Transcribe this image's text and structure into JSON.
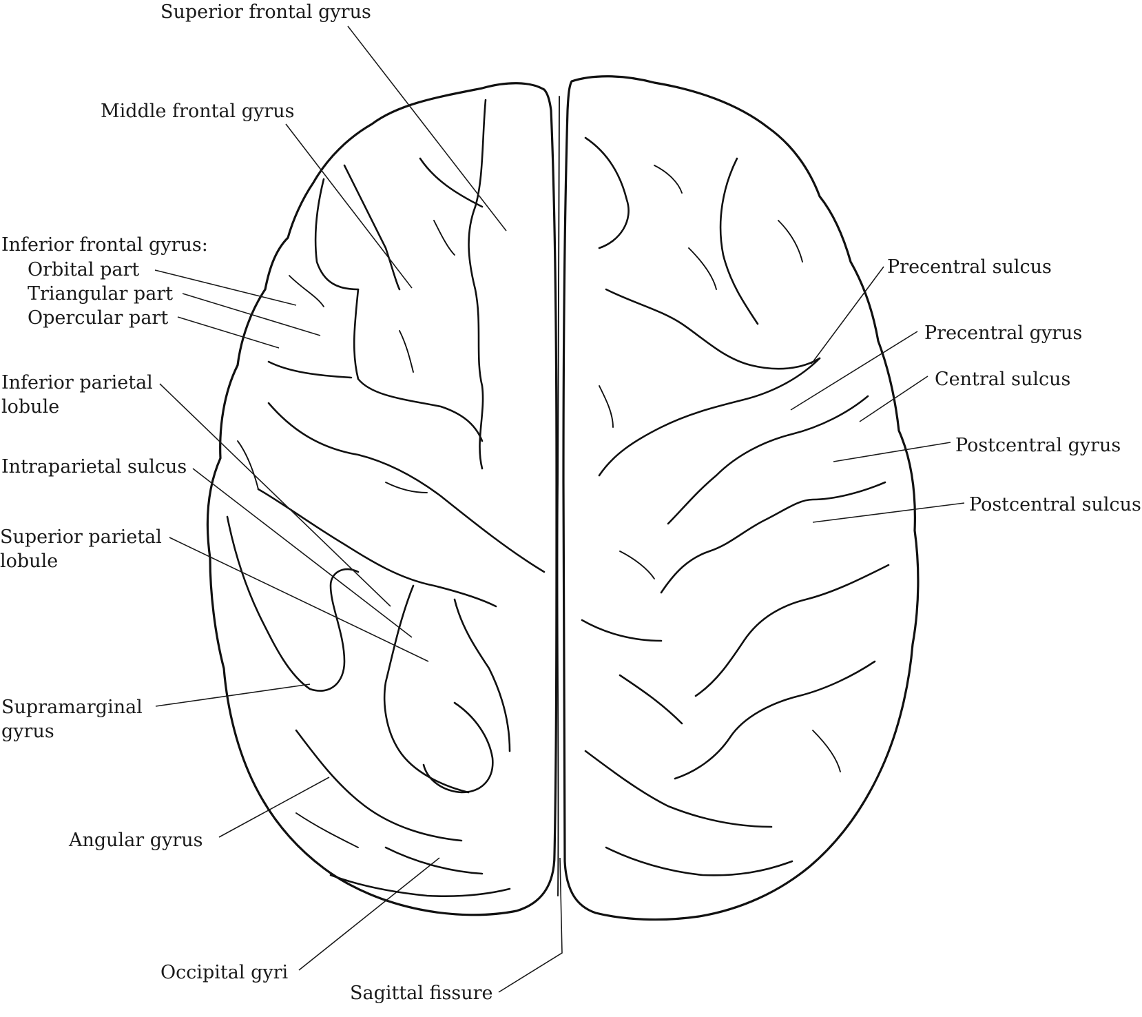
{
  "labels": {
    "superior_frontal_gyrus": "Superior frontal gyrus",
    "middle_frontal_gyrus": "Middle frontal gyrus",
    "inferior_frontal_gyrus": "Inferior frontal gyrus:",
    "orbital_part": "Orbital part",
    "triangular_part": "Triangular part",
    "opercular_part": "Opercular part",
    "inferior_parietal_lobule_1": "Inferior parietal",
    "inferior_parietal_lobule_2": "lobule",
    "intraparietal_sulcus": "Intraparietal sulcus",
    "superior_parietal_lobule_1": "Superior parietal",
    "superior_parietal_lobule_2": "lobule",
    "supramarginal_gyrus_1": "Supramarginal",
    "supramarginal_gyrus_2": "gyrus",
    "angular_gyrus": "Angular gyrus",
    "occipital_gyri": "Occipital gyri",
    "sagittal_fissure": "Sagittal fissure",
    "precentral_sulcus": "Precentral sulcus",
    "precentral_gyrus": "Precentral gyrus",
    "central_sulcus": "Central sulcus",
    "postcentral_gyrus": "Postcentral gyrus",
    "postcentral_sulcus": "Postcentral sulcus"
  }
}
